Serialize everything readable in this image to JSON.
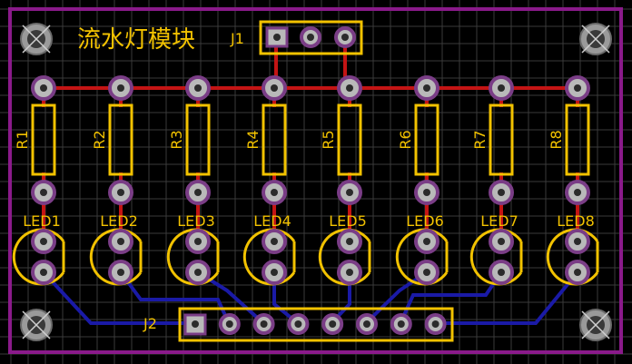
{
  "board": {
    "title": "流水灯模块",
    "colors": {
      "board_edge": "#8a1a8a",
      "silkscreen": "#f2c200",
      "top_trace": "#c41414",
      "bottom_trace": "#1a1aa6",
      "pad": "#b9b9b9"
    }
  },
  "connectors": {
    "j1": {
      "label": "J1",
      "pins": 3
    },
    "j2": {
      "label": "J2",
      "pins": 8
    }
  },
  "resistors": [
    "R1",
    "R2",
    "R3",
    "R4",
    "R5",
    "R6",
    "R7",
    "R8"
  ],
  "leds": [
    "LED1",
    "LED2",
    "LED3",
    "LED4",
    "LED5",
    "LED6",
    "LED7",
    "LED8"
  ],
  "mounting_holes": 4
}
